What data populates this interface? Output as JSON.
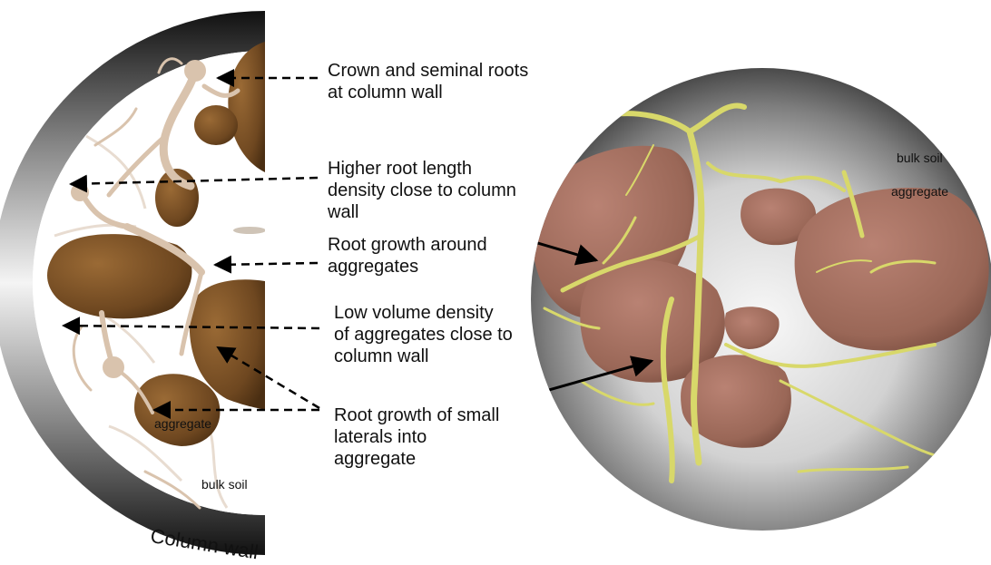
{
  "schematic": {
    "column_wall_label": "Column wall",
    "aggregate_label": "aggregate",
    "bulk_soil_label": "bulk soil"
  },
  "annotations": [
    "Crown and seminal roots\nat column wall",
    "Higher root length\ndensity close to column\nwall",
    "Root growth around\naggregates",
    "Low volume density\nof aggregates close to\ncolumn wall",
    "Root growth of small\nlaterals into\naggregate"
  ],
  "scan": {
    "bulk_soil_label": "bulk soil",
    "aggregate_label": "aggregate"
  },
  "colors": {
    "aggregate_brown": "#7a5125",
    "root_beige": "#d9c3ad",
    "root_yellow": "#d8d86a",
    "scan_aggregate": "#a0705f"
  }
}
